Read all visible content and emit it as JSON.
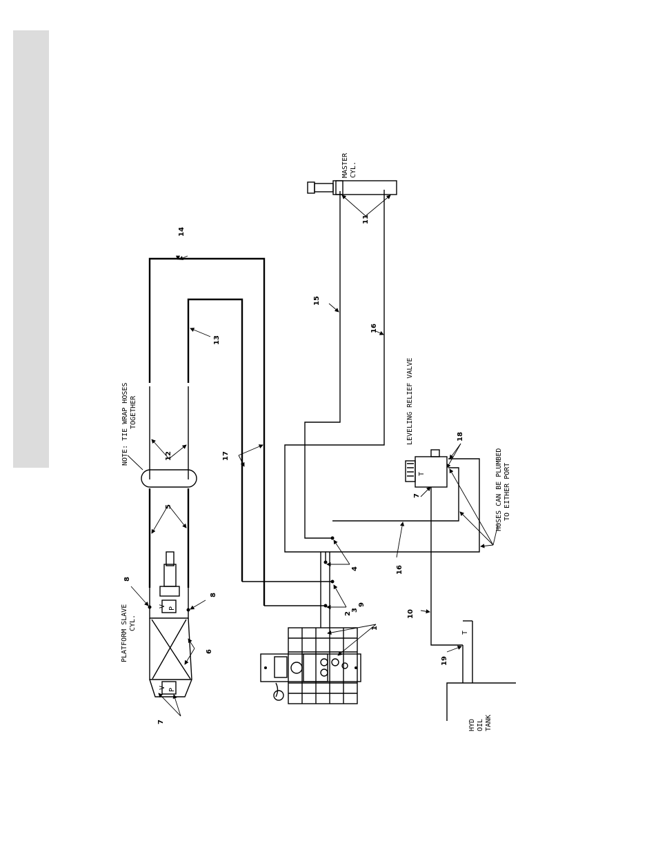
{
  "labels": {
    "platform_slave": [
      "PLATFORM SLAVE",
      "CYL."
    ],
    "note": [
      "NOTE: TIE WRAP HOSES",
      "TOGETHER"
    ],
    "leveling_relief": "LEVELING RELIEF VALVE",
    "master": [
      "MASTER",
      "CYL."
    ],
    "hoses_port": [
      "HOSES CAN BE PLUMBED",
      "TO EITHER PORT"
    ],
    "tank": [
      "HYD",
      "OIL",
      "TANK"
    ],
    "port_v": "V",
    "port_p": "P",
    "port_t": "T"
  },
  "callouts": {
    "n1": "1",
    "n2": "2",
    "n3": "3",
    "n4": "4",
    "n5": "5",
    "n6": "6",
    "n7a": "7",
    "n7b": "7",
    "n8a": "8",
    "n8b": "8",
    "n9": "9",
    "n10": "10",
    "n11": "11",
    "n12": "12",
    "n13": "13",
    "n14": "14",
    "n15": "15",
    "n16a": "16",
    "n16b": "16",
    "n17": "17",
    "n18": "18",
    "n19": "19"
  }
}
